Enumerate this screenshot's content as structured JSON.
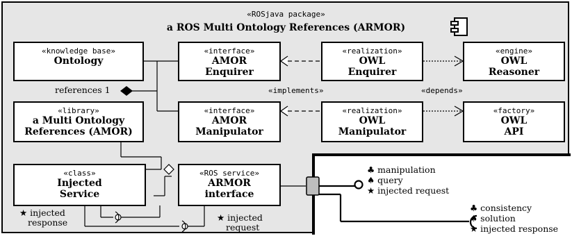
{
  "package": {
    "stereotype": "«ROSjava package»",
    "name": "a ROS Multi Ontology References (ARMOR)"
  },
  "boxes": {
    "ontology": {
      "stereotype": "«knowledge base»",
      "line1": "Ontology",
      "line2": ""
    },
    "amor_enquirer": {
      "stereotype": "«interface»",
      "line1": "AMOR",
      "line2": "Enquirer"
    },
    "owl_enquirer": {
      "stereotype": "«realization»",
      "line1": "OWL",
      "line2": "Enquirer"
    },
    "owl_reasoner": {
      "stereotype": "«engine»",
      "line1": "OWL",
      "line2": "Reasoner"
    },
    "amor_library": {
      "stereotype": "«library»",
      "line1": "a Multi Ontology",
      "line2": "References (AMOR)"
    },
    "amor_manipulator": {
      "stereotype": "«interface»",
      "line1": "AMOR",
      "line2": "Manipulator"
    },
    "owl_manipulator": {
      "stereotype": "«realization»",
      "line1": "OWL",
      "line2": "Manipulator"
    },
    "owl_api": {
      "stereotype": "«factory»",
      "line1": "OWL",
      "line2": "API"
    },
    "injected_service": {
      "stereotype": "«class»",
      "line1": "Injected",
      "line2": "Service"
    },
    "armor_interface": {
      "stereotype": "«ROS service»",
      "line1": "ARMOR",
      "line2": "interface"
    }
  },
  "labels": {
    "references": "references 1",
    "implements": "«implements»",
    "depends": "«depends»",
    "injected_response_left_1": "★ injected",
    "injected_response_left_2": "response",
    "injected_request_1": "★ injected",
    "injected_request_2": "request"
  },
  "provided": [
    "♣ manipulation",
    "♠ query",
    "★ injected request"
  ],
  "required": [
    "♣ consistency",
    "♠ solution",
    "★ injected response"
  ]
}
